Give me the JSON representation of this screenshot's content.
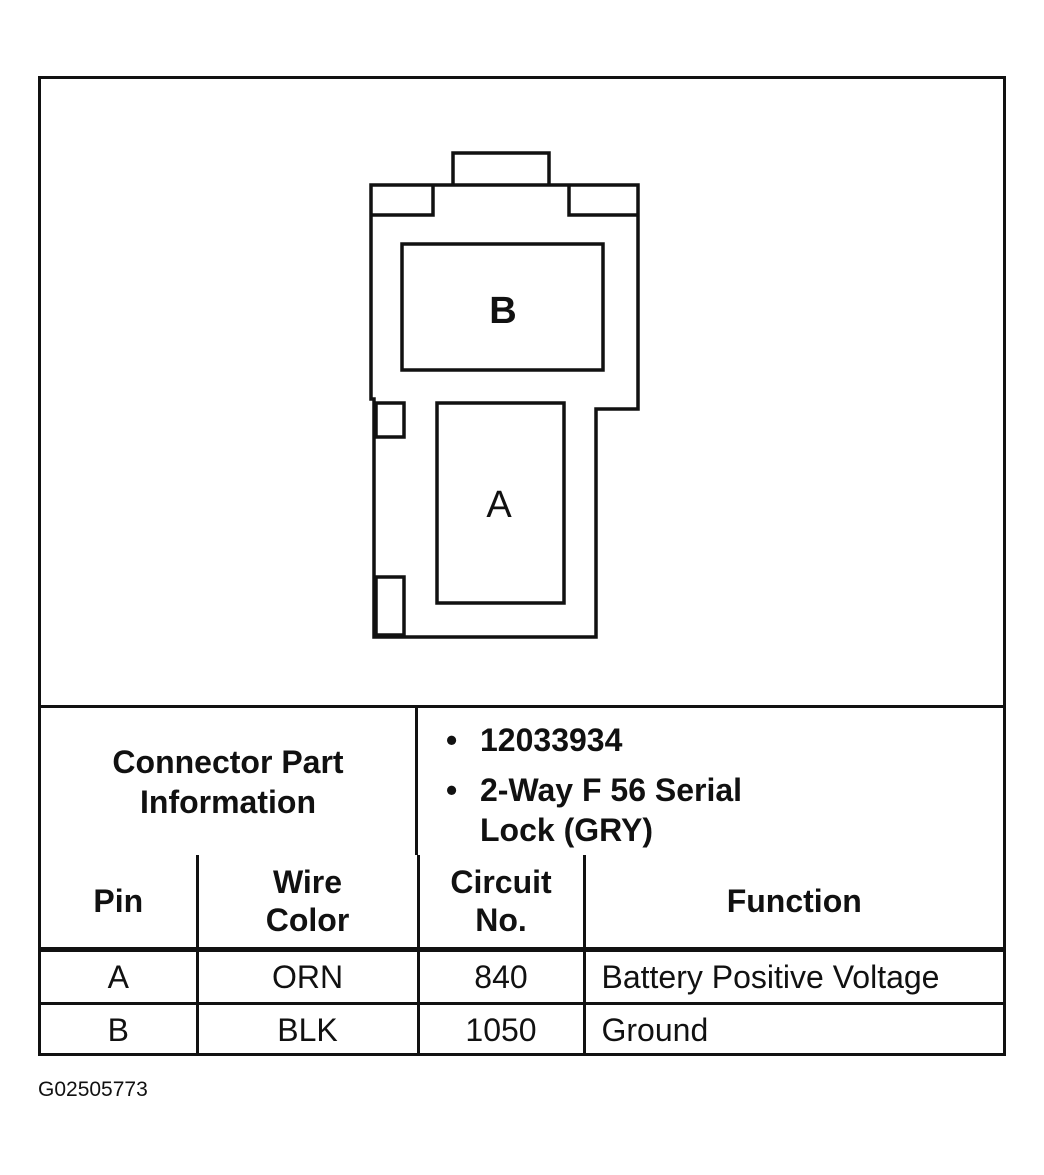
{
  "diagram": {
    "pin_b_label": "B",
    "pin_a_label": "A"
  },
  "connector_info": {
    "label_line1": "Connector Part",
    "label_line2": "Information",
    "items": [
      {
        "bullet": "•",
        "text": "12033934"
      },
      {
        "bullet": "•",
        "text": "2-Way F 56 Serial"
      },
      {
        "bullet": "",
        "text": "Lock (GRY)"
      }
    ]
  },
  "table": {
    "headers": {
      "pin": "Pin",
      "wire_color_line1": "Wire",
      "wire_color_line2": "Color",
      "circuit_line1": "Circuit",
      "circuit_line2": "No.",
      "function": "Function"
    },
    "rows": [
      {
        "pin": "A",
        "wire_color": "ORN",
        "circuit": "840",
        "function": "Battery Positive Voltage"
      },
      {
        "pin": "B",
        "wire_color": "BLK",
        "circuit": "1050",
        "function": "Ground"
      }
    ]
  },
  "figure_id": "G02505773"
}
